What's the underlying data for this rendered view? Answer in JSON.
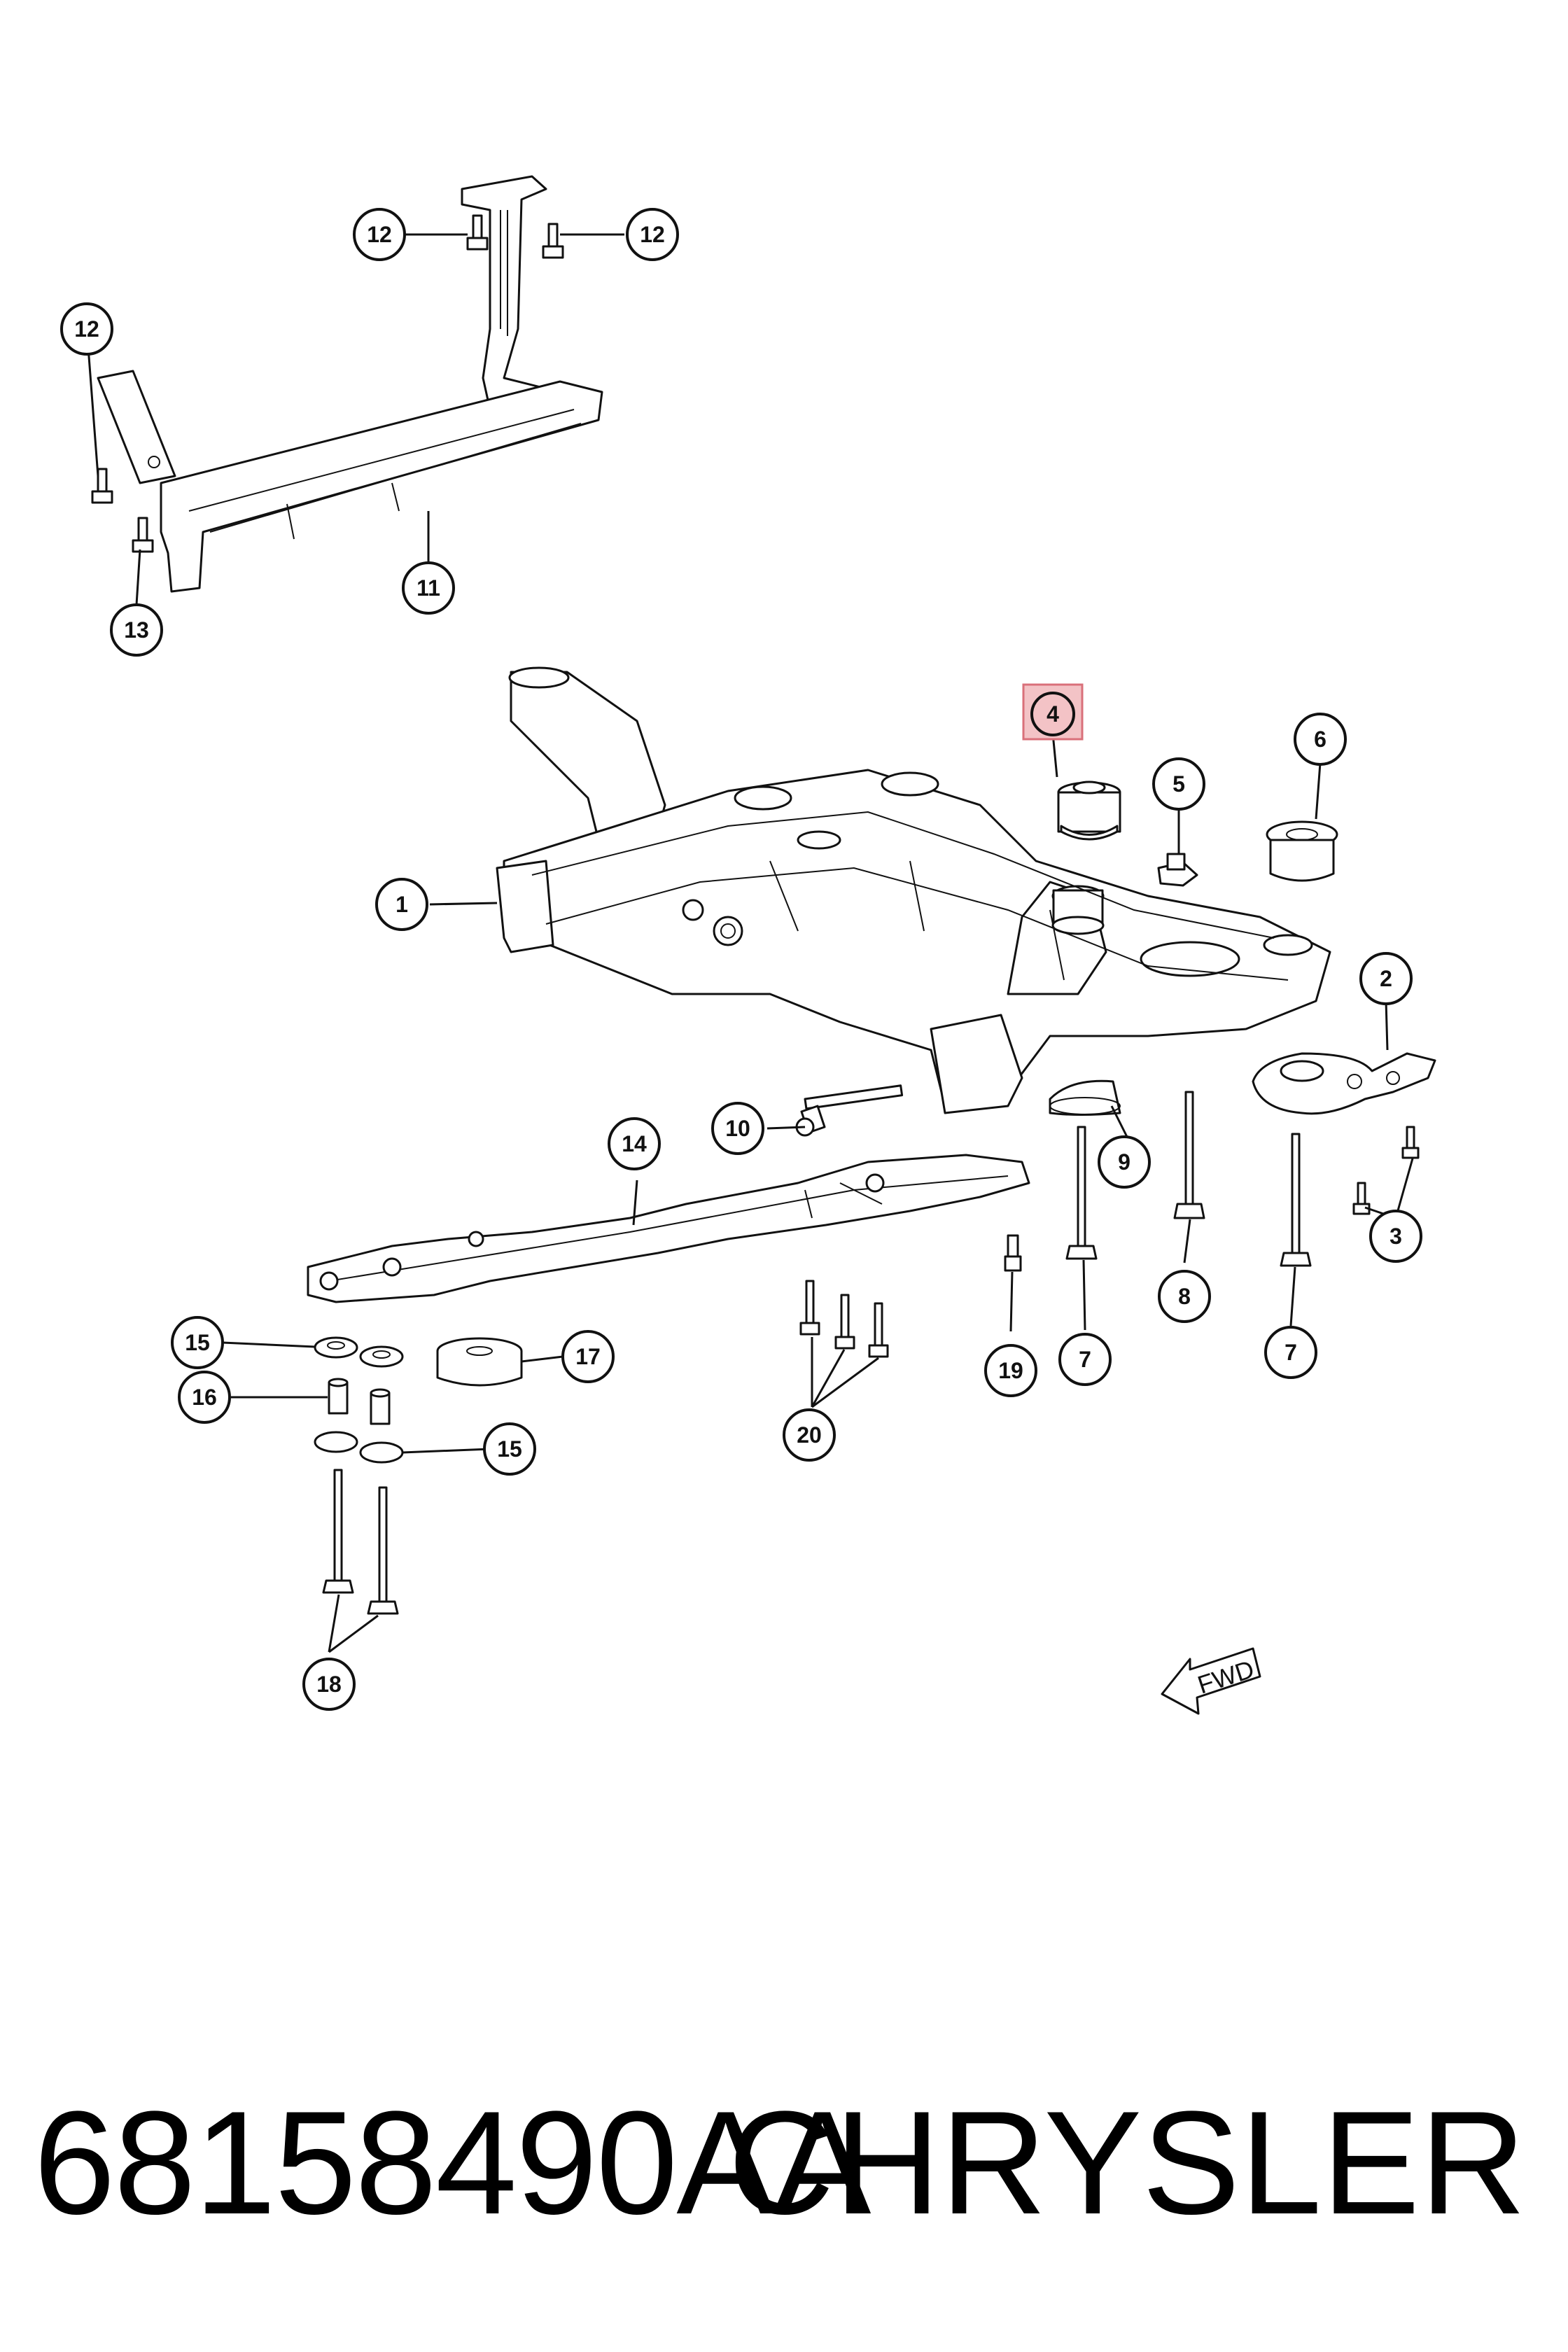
{
  "callouts": {
    "c1": "1",
    "c2": "2",
    "c3": "3",
    "c4": "4",
    "c5": "5",
    "c6": "6",
    "c7": "7",
    "c8": "8",
    "c9": "9",
    "c10": "10",
    "c11": "11",
    "c12": "12",
    "c13": "13",
    "c14": "14",
    "c15": "15",
    "c16": "16",
    "c17": "17",
    "c18": "18",
    "c19": "19",
    "c20": "20"
  },
  "highlighted_callout": "4",
  "fwd_label": "FWD",
  "caption": {
    "part_number": "68158490AA",
    "brand": "CHRYSLER"
  },
  "colors": {
    "highlight_fill": "#f3c3c6",
    "highlight_border": "#d9707a",
    "line": "#111111"
  }
}
